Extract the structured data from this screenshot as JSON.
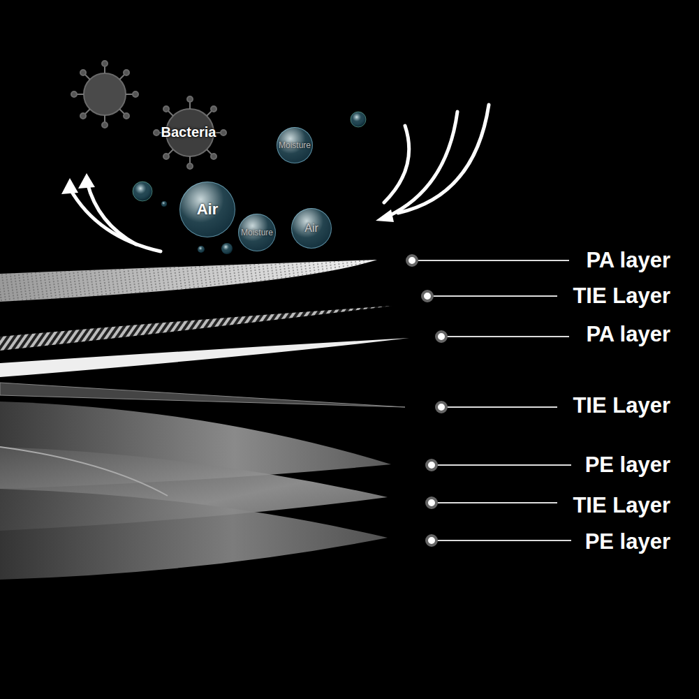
{
  "diagram": {
    "nodes": [
      {
        "text": [
          "Moisture"
        ]
      },
      {
        "text": [
          "Air"
        ]
      },
      {
        "text": [
          "Moisture"
        ]
      },
      {
        "text": [
          "Air"
        ]
      }
    ],
    "labels": [
      "Bacteria",
      "PA layer",
      "TIE Layer",
      "PA layer",
      "TIE Layer",
      "PE layer",
      "TIE Layer",
      "PE layer"
    ]
  }
}
